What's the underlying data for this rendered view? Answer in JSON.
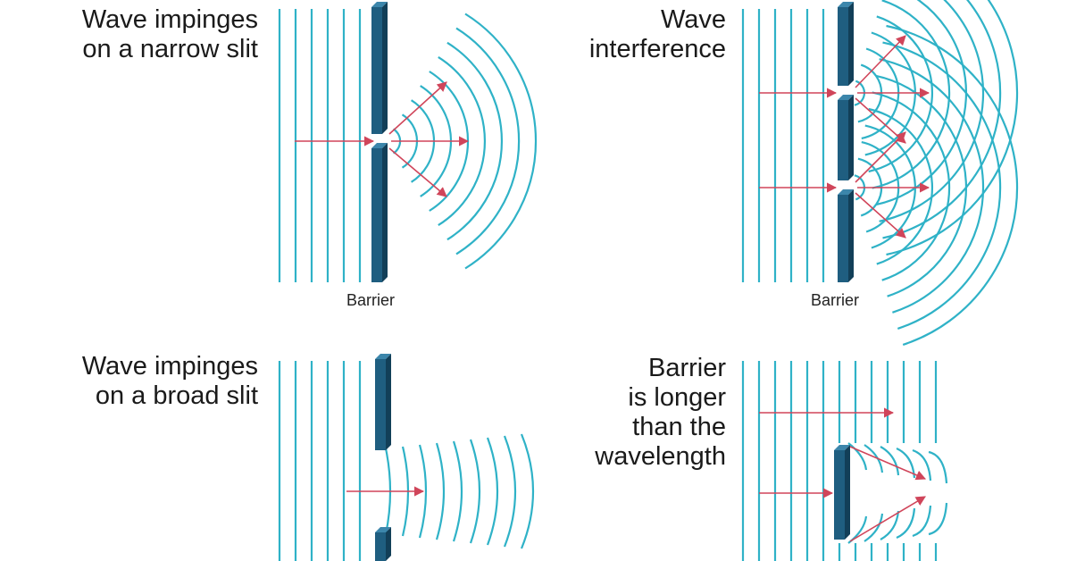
{
  "panels": [
    {
      "id": "narrow-slit",
      "title_lines": [
        "Wave impinges",
        "on a narrow slit"
      ],
      "barrier_label": "Barrier"
    },
    {
      "id": "interference",
      "title_lines": [
        "Wave",
        "interference"
      ],
      "barrier_label": "Barrier"
    },
    {
      "id": "broad-slit",
      "title_lines": [
        "Wave impinges",
        "on a broad slit"
      ]
    },
    {
      "id": "long-barrier",
      "title_lines": [
        "Barrier",
        "is longer",
        "than the",
        "wavelength"
      ]
    }
  ],
  "colors": {
    "wave": "#2fb2c7",
    "barrier_front": "#1f5e80",
    "barrier_side": "#123f58",
    "arrow": "#d0455a",
    "text": "#1a1a1a"
  }
}
